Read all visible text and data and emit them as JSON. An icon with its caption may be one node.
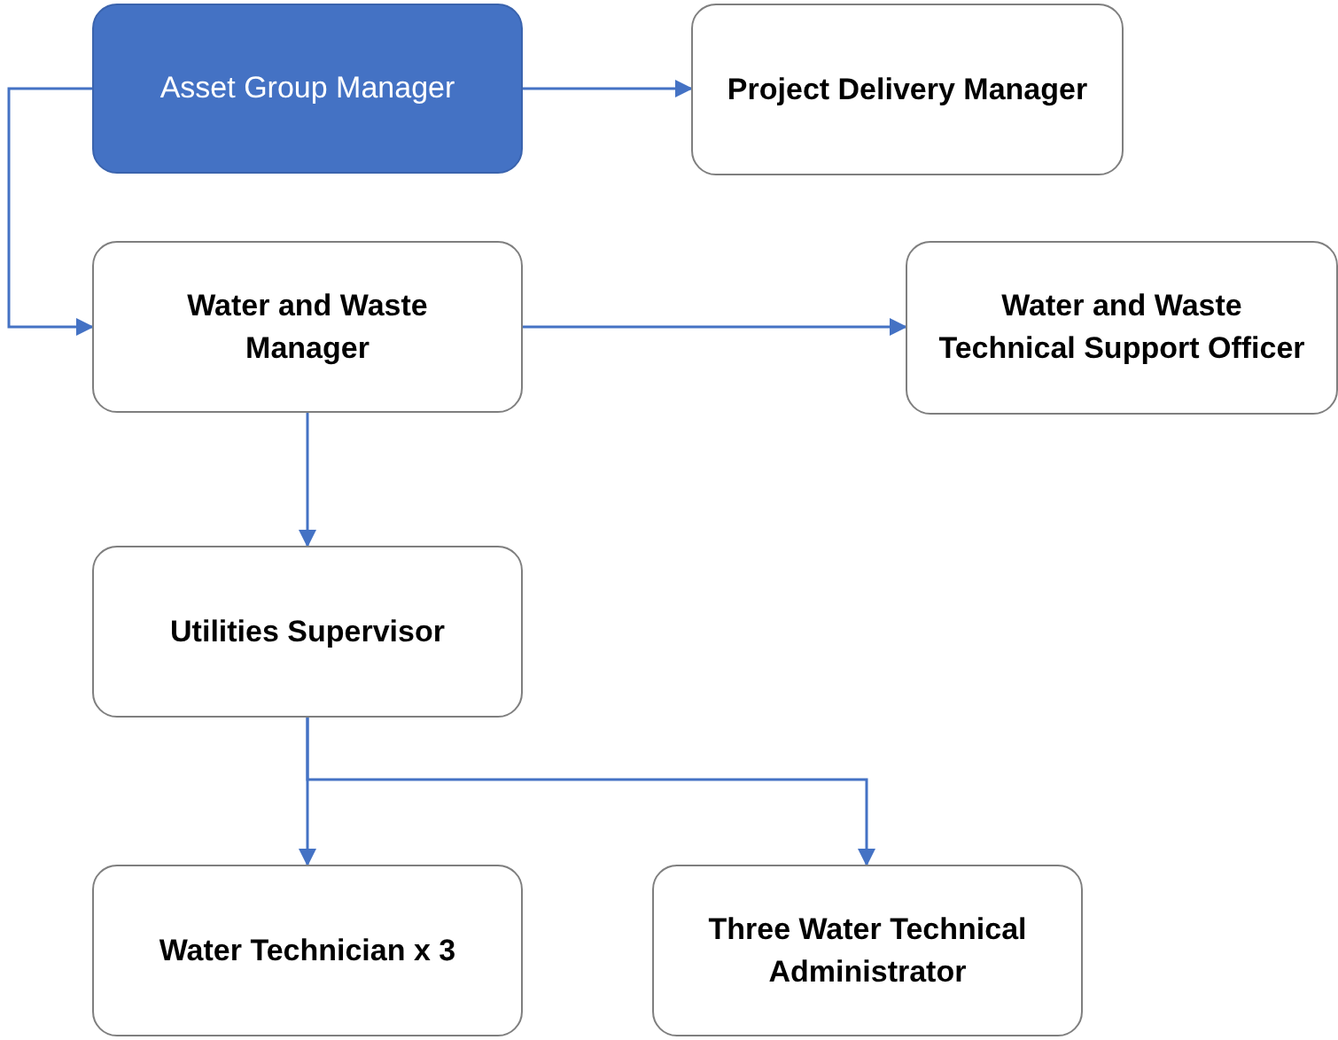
{
  "diagram": {
    "nodes": [
      {
        "text": [
          "Asset Group Manager"
        ]
      },
      {
        "text": [
          "Project Delivery Manager"
        ]
      },
      {
        "text": [
          "Water and Waste Manager"
        ]
      },
      {
        "text": [
          "Water and Waste Technical Support Officer"
        ]
      },
      {
        "text": [
          "Utilities Supervisor"
        ]
      },
      {
        "text": [
          "Water Technician x 3"
        ]
      },
      {
        "text": [
          "Three Water Technical Administrator"
        ]
      }
    ],
    "edges": [
      {
        "from": 0,
        "to": 1,
        "arrow": "to"
      },
      {
        "from": 0,
        "to": 2,
        "arrow": "to"
      },
      {
        "from": 2,
        "to": 3,
        "arrow": "to"
      },
      {
        "from": 2,
        "to": 4,
        "arrow": "to"
      },
      {
        "from": 4,
        "to": 5,
        "arrow": "to"
      },
      {
        "from": 4,
        "to": 6,
        "arrow": "to"
      }
    ]
  }
}
